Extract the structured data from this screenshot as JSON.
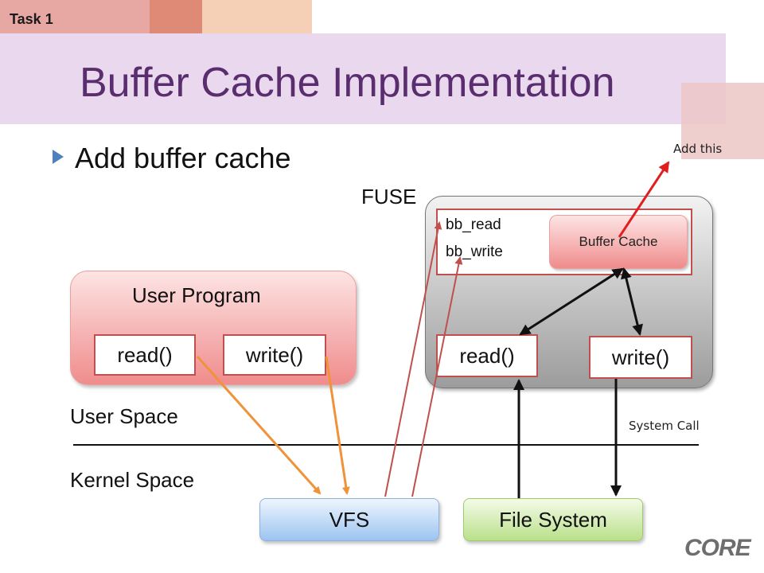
{
  "task_label": "Task 1",
  "title": "Buffer Cache Implementation",
  "bullet": "Add buffer cache",
  "annotation": {
    "add_this": "Add this"
  },
  "fuse_label": "FUSE",
  "user_program": {
    "title": "User Program",
    "read": "read()",
    "write": "write()"
  },
  "fuse": {
    "bb_read": "bb_read",
    "bb_write": "bb_write",
    "buffer_cache": "Buffer Cache",
    "read": "read()",
    "write": "write()"
  },
  "space_labels": {
    "user": "User Space",
    "kernel": "Kernel Space",
    "system_call": "System Call"
  },
  "kernel": {
    "vfs": "VFS",
    "file_system": "File System"
  },
  "logo": {
    "text": "CORE"
  },
  "colors": {
    "title": "#5a2d6e",
    "box_border": "#c0504d",
    "orange_arrow": "#f0923a",
    "red_arrow": "#c0504d",
    "annotation_arrow": "#e02020"
  }
}
